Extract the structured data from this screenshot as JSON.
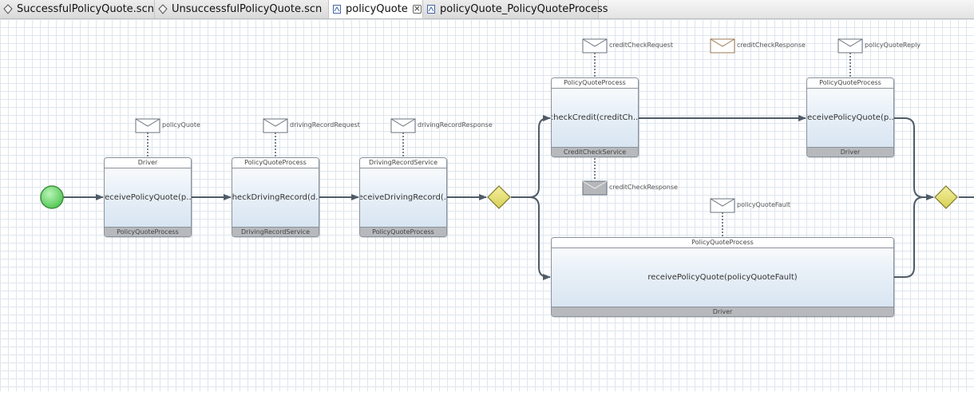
{
  "tabs": [
    {
      "label": "SuccessfulPolicyQuote.scn",
      "active": false
    },
    {
      "label": "UnsuccessfulPolicyQuote.scn",
      "active": false
    },
    {
      "label": "policyQuote",
      "active": true,
      "closable": true
    },
    {
      "label": "policyQuote_PolicyQuoteProcess",
      "active": false
    }
  ],
  "tasks": [
    {
      "top": "Driver",
      "name": "receivePolicyQuote(p...",
      "bottom": "PolicyQuoteProcess"
    },
    {
      "top": "PolicyQuoteProcess",
      "name": "checkDrivingRecord(d...",
      "bottom": "DrivingRecordService"
    },
    {
      "top": "DrivingRecordService",
      "name": "receiveDrivingRecord(...",
      "bottom": "PolicyQuoteProcess"
    },
    {
      "top": "PolicyQuoteProcess",
      "name": "checkCredit(creditCh...",
      "bottom": "CreditCheckService"
    },
    {
      "top": "PolicyQuoteProcess",
      "name": "receivePolicyQuote(p...",
      "bottom": "Driver"
    },
    {
      "top": "PolicyQuoteProcess",
      "name": "receivePolicyQuote(policyQuoteFault)",
      "bottom": "Driver"
    }
  ],
  "messages": [
    {
      "label": "policyQuote"
    },
    {
      "label": "drivingRecordRequest"
    },
    {
      "label": "drivingRecordResponse"
    },
    {
      "label": "creditCheckRequest"
    },
    {
      "label": "creditCheckResponse"
    },
    {
      "label": "policyQuoteReply"
    },
    {
      "label": "creditCheckResponse"
    },
    {
      "label": "policyQuoteFault"
    }
  ],
  "colors": {
    "start_event": "#7ddf7d",
    "gateway": "#e8e27a",
    "connector": "#4f5b66",
    "message_grey": "#b5b7ba"
  }
}
